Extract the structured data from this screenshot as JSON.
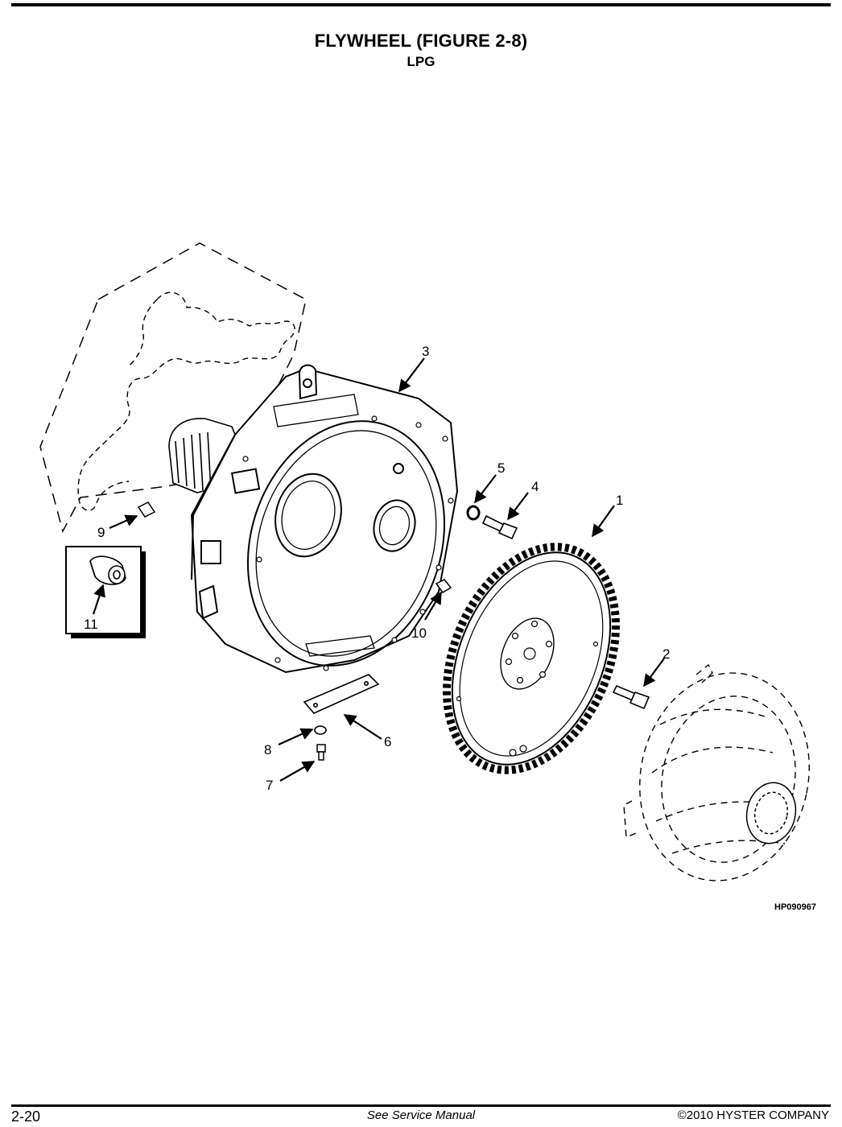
{
  "header": {
    "title": "FLYWHEEL (FIGURE 2-8)",
    "subtitle": "LPG"
  },
  "diagram": {
    "figure_id": "HP090967",
    "callouts": [
      {
        "id": "1",
        "label": "1"
      },
      {
        "id": "2",
        "label": "2"
      },
      {
        "id": "3",
        "label": "3"
      },
      {
        "id": "4",
        "label": "4"
      },
      {
        "id": "5",
        "label": "5"
      },
      {
        "id": "6",
        "label": "6"
      },
      {
        "id": "7",
        "label": "7"
      },
      {
        "id": "8",
        "label": "8"
      },
      {
        "id": "9",
        "label": "9"
      },
      {
        "id": "10",
        "label": "10"
      },
      {
        "id": "11",
        "label": "11"
      }
    ]
  },
  "footer": {
    "page_number": "2-20",
    "center_text": "See Service Manual",
    "copyright": "©2010 HYSTER COMPANY"
  }
}
